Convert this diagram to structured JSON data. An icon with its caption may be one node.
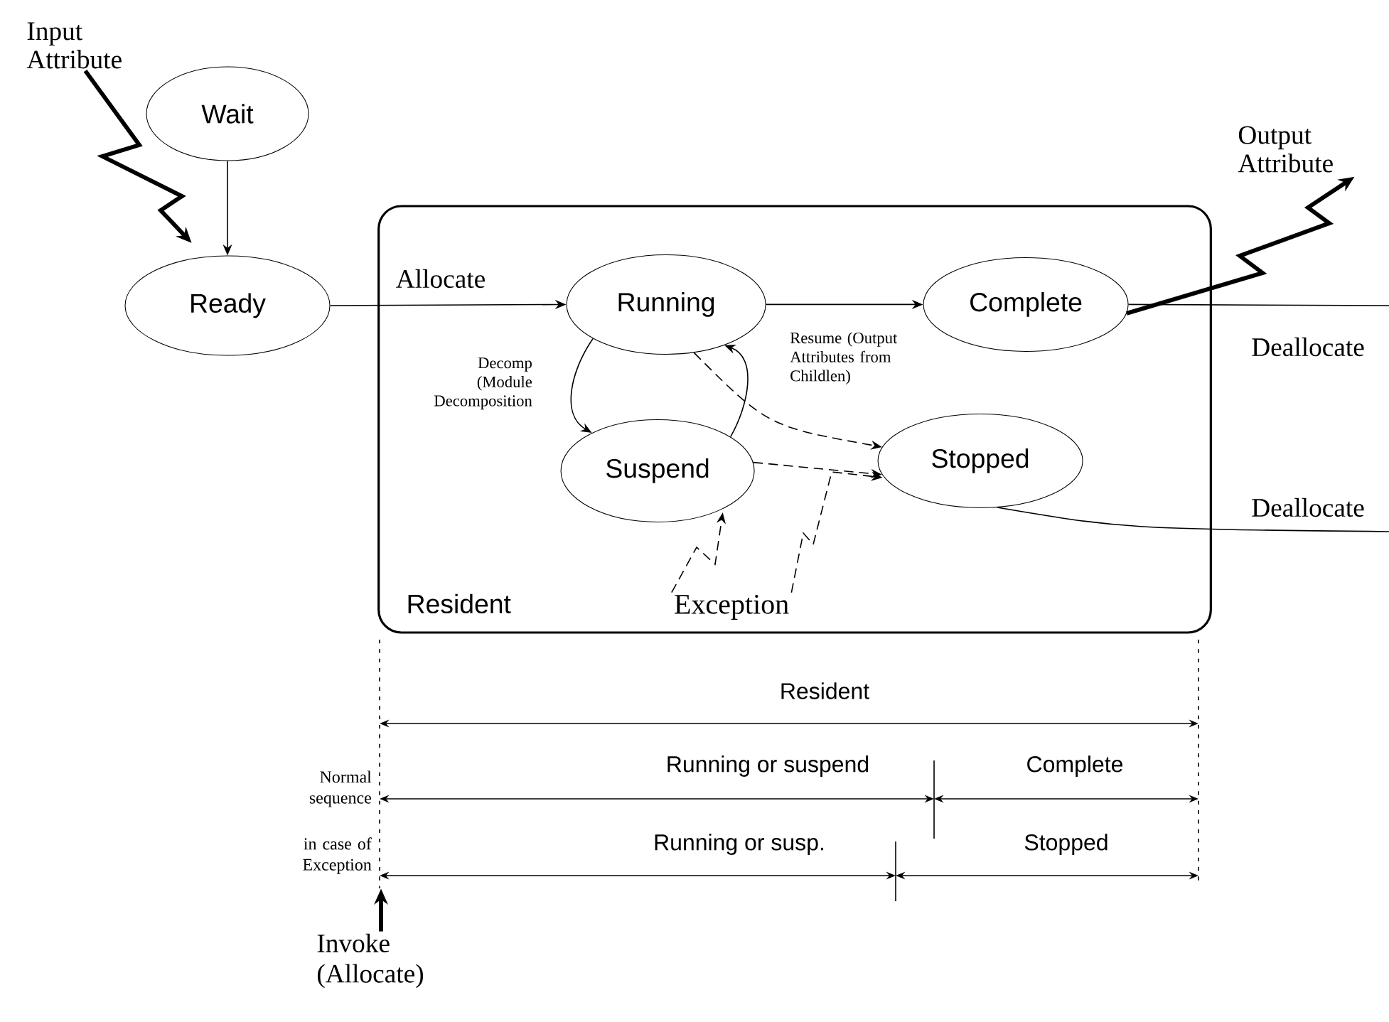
{
  "diagram": {
    "nodes": [
      {
        "text": [
          "Resident"
        ]
      },
      {
        "text": [
          "Wait"
        ]
      },
      {
        "text": [
          "Ready"
        ]
      },
      {
        "text": [
          "Running"
        ],
        "in": 0
      },
      {
        "text": [
          "Complete"
        ],
        "in": 0
      },
      {
        "text": [
          "Suspend"
        ],
        "in": 0
      },
      {
        "text": [
          "Stopped"
        ],
        "in": 0
      },
      {
        "text": [
          "Input Attribute"
        ]
      },
      {
        "text": [
          "Output Attribute"
        ]
      },
      {
        "text": [
          "Exception"
        ],
        "in": 0
      },
      {
        "text": [
          "Invoke (Allocate)"
        ]
      }
    ],
    "edges": [
      {
        "from": 1,
        "to": 2,
        "arrow": "to"
      },
      {
        "from": 2,
        "to": 3,
        "arrow": "to",
        "label": "Allocate"
      },
      {
        "from": 3,
        "to": 4,
        "arrow": "to"
      },
      {
        "from": 3,
        "to": 5,
        "arrow": "to",
        "label": "Decomp (Module Decomposition"
      },
      {
        "from": 5,
        "to": 3,
        "arrow": "to",
        "label": "Resume (Output Attributes from Childlen)"
      },
      {
        "from": 3,
        "to": 6,
        "arrow": "to",
        "style": "dashed"
      },
      {
        "from": 5,
        "to": 6,
        "arrow": "to",
        "style": "dashed"
      },
      {
        "from": 9,
        "to": 5,
        "arrow": "to",
        "style": "dashed"
      },
      {
        "from": 9,
        "to": 6,
        "arrow": "to",
        "style": "dashed"
      },
      {
        "from": 7,
        "to": 2,
        "arrow": "to",
        "style": "thick"
      },
      {
        "from": 4,
        "to": 8,
        "arrow": "to",
        "style": "thick"
      },
      {
        "from": 4,
        "to": null,
        "arrow": "none",
        "label": "Deallocate"
      },
      {
        "from": 6,
        "to": null,
        "arrow": "none",
        "label": "Deallocate"
      },
      {
        "from": 10,
        "to": null,
        "arrow": "to",
        "style": "thick"
      }
    ],
    "labels": [
      "Resident",
      "Running or suspend",
      "Complete",
      "Running or susp.",
      "Stopped",
      "Normal sequence",
      "in case of Exception"
    ]
  }
}
